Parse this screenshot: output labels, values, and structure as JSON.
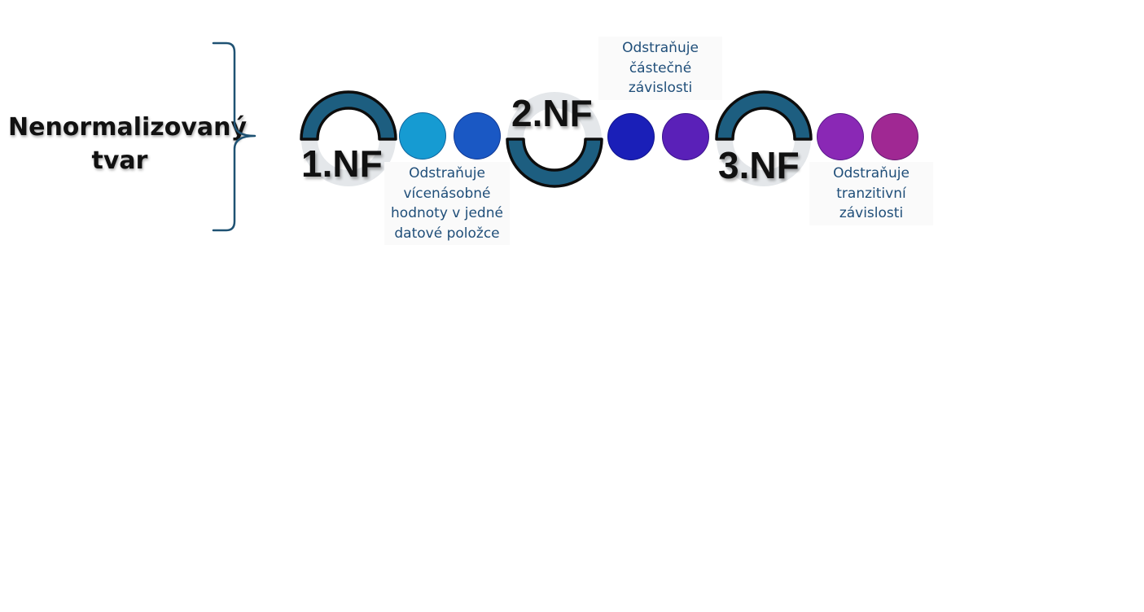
{
  "unnormalized": {
    "line1": "Nenormalizovaný",
    "line2": "tvar"
  },
  "forms": [
    {
      "label": "1.NF",
      "desc": [
        "Odstraňuje",
        "vícenásobné",
        "hodnoty v jedné",
        "datové položce"
      ]
    },
    {
      "label": "2.NF",
      "desc": [
        "Odstraňuje",
        "částečné",
        "závislosti"
      ]
    },
    {
      "label": "3.NF",
      "desc": [
        "Odstraňuje",
        "tranzitivní",
        "závislosti"
      ]
    }
  ],
  "colors": {
    "ring": "#1d5e80",
    "ring_outline": "#0d0d0d",
    "ring_shadow": "#e4e7ea",
    "brace": "#1f5273",
    "text_desc": "#1f4e79",
    "dots": [
      "#169bd2",
      "#1a58c4",
      "#1a1fb8",
      "#5a20b8",
      "#8a28b5",
      "#a02893"
    ]
  }
}
